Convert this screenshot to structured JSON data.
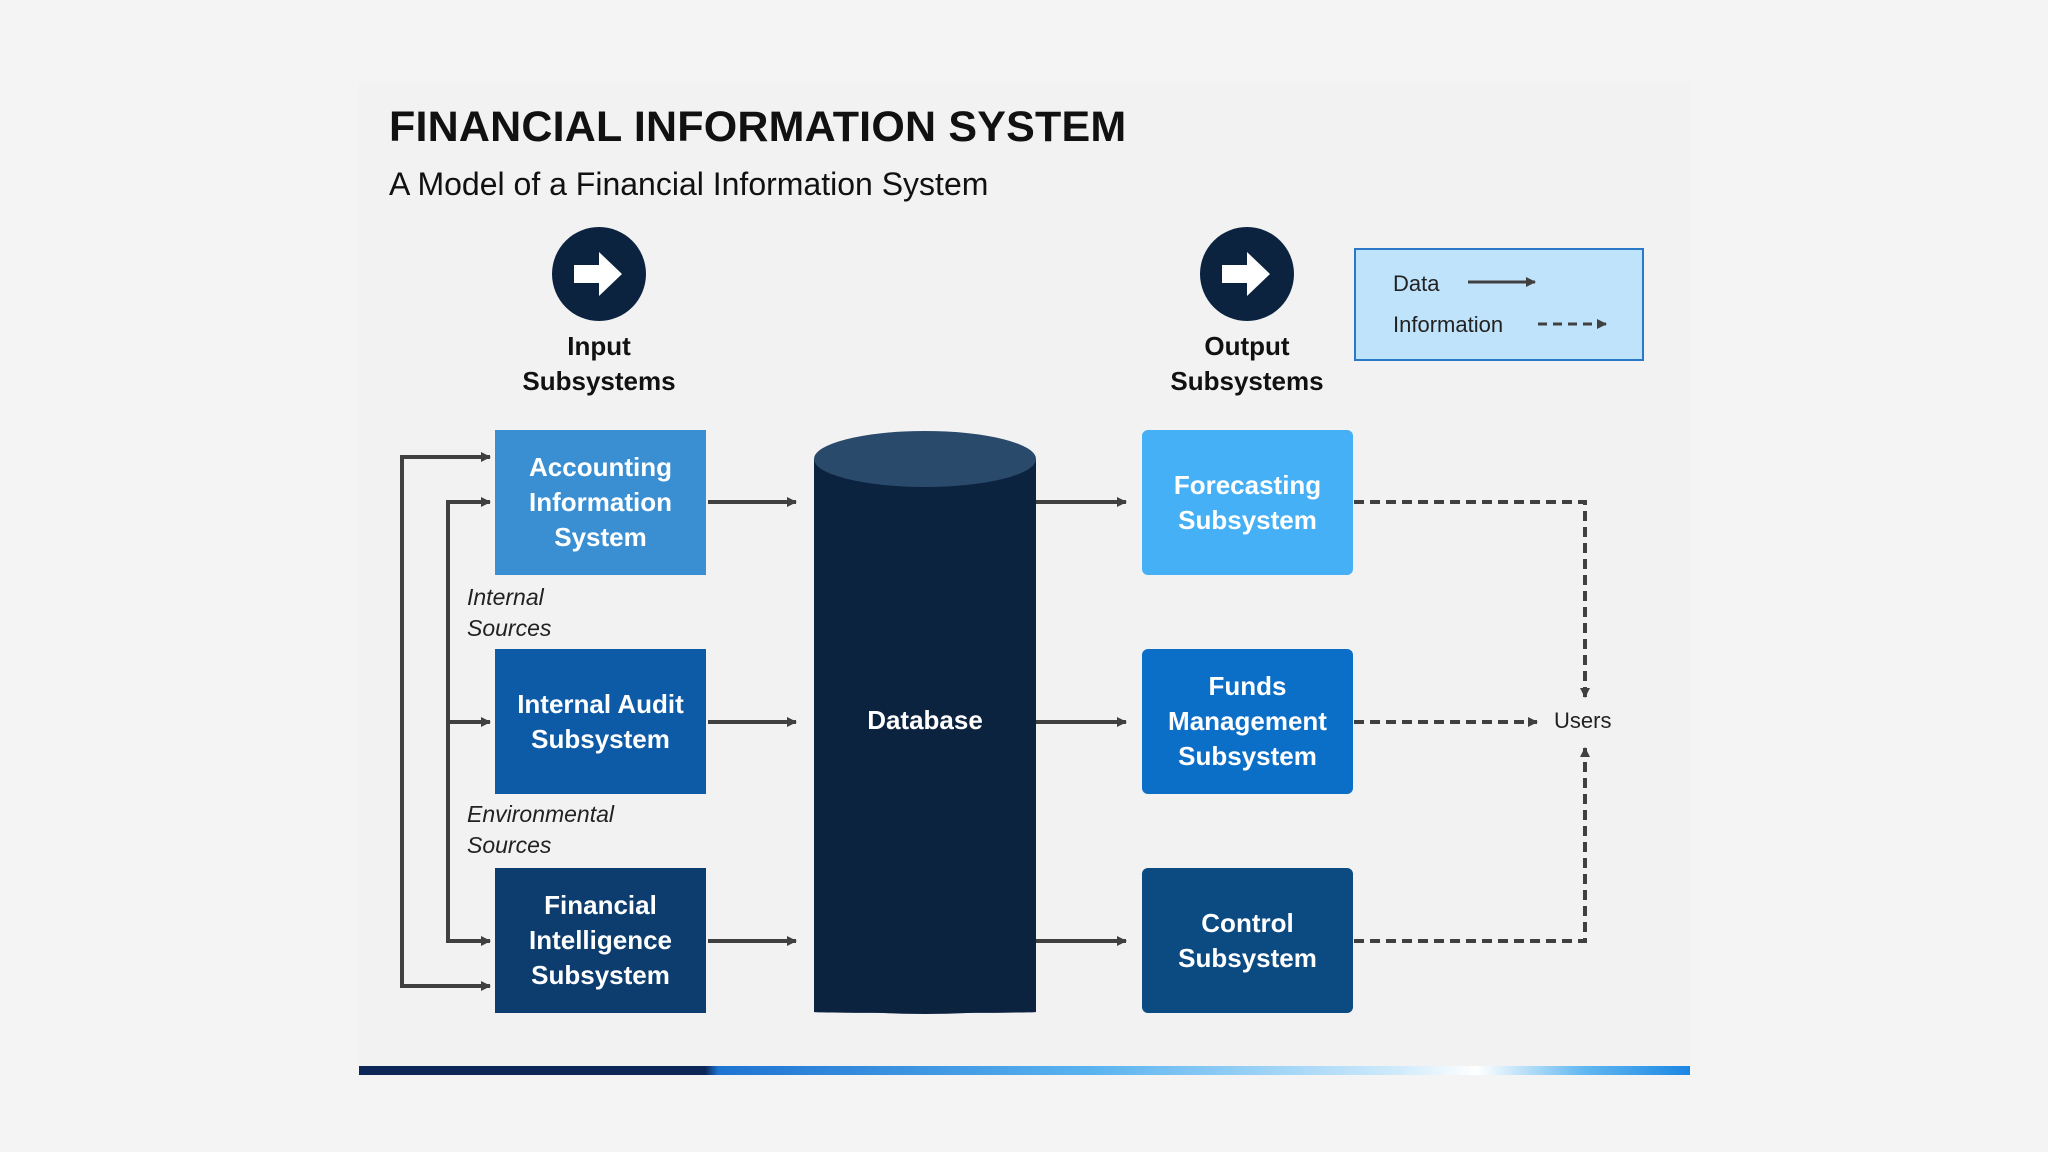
{
  "title": "FINANCIAL INFORMATION SYSTEM",
  "subtitle": "A Model of a Financial Information System",
  "input_header": {
    "line1": "Input",
    "line2": "Subsystems",
    "icon": "arrow-right-icon"
  },
  "output_header": {
    "line1": "Output",
    "line2": "Subsystems",
    "icon": "arrow-right-icon"
  },
  "legend": {
    "data_label": "Data",
    "information_label": "Information"
  },
  "input_systems": [
    {
      "label": "Accounting Information System",
      "color": "#3a8fd3"
    },
    {
      "label": "Internal Audit Subsystem",
      "color": "#0d5aa7"
    },
    {
      "label": "Financial Intelligence Subsystem",
      "color": "#0c3d6e"
    }
  ],
  "sources": [
    {
      "line1": "Internal",
      "line2": "Sources"
    },
    {
      "line1": "Environmental",
      "line2": "Sources"
    }
  ],
  "database": {
    "label": "Database",
    "body_color": "#0c2340",
    "top_color": "#2a4a6b"
  },
  "output_systems": [
    {
      "label": "Forecasting Subsystem",
      "color": "#45b0f5"
    },
    {
      "label": "Funds Management Subsystem",
      "color": "#0c6fc7"
    },
    {
      "label": "Control Subsystem",
      "color": "#0c4a82"
    }
  ],
  "users_label": "Users",
  "colors": {
    "arrow": "#404040",
    "icon_bg": "#0c2340"
  }
}
